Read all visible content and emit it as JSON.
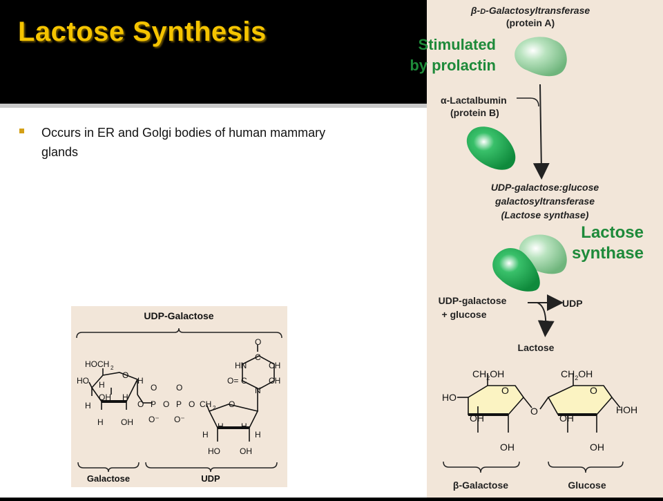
{
  "slide": {
    "title": "Lactose Synthesis",
    "bullets": [
      "Occurs in ER and Golgi bodies of human mammary glands"
    ]
  },
  "colors": {
    "title": "#f5c400",
    "bullet": "#d4a017",
    "panel_bg": "#f2e6d9",
    "callout_green": "#1e8a3a",
    "protein_light": "#8fcf9a",
    "protein_dark": "#17a24a",
    "ring_fill": "#fbf3c2"
  },
  "pathway": {
    "protein_a": {
      "prefix": "β-",
      "name_italic": "D",
      "rest": "-Galactosyltransferase",
      "sub": "(protein A)"
    },
    "protein_b": {
      "name": "α-Lactalbumin",
      "sub": "(protein B)"
    },
    "enzyme": {
      "line1": "UDP-galactose:glucose",
      "line2": "galactosyltransferase",
      "line3": "(Lactose synthase)"
    },
    "substrate": {
      "line1": "UDP-galactose",
      "line2": "+ glucose"
    },
    "byproduct": "UDP",
    "product": "Lactose",
    "left_unit_label": "β-Galactose",
    "right_unit_label": "Glucose"
  },
  "callouts": {
    "stimulated_line1": "Stimulated",
    "stimulated_line2": "by prolactin",
    "synthase_line1": "Lactose",
    "synthase_line2": "synthase"
  },
  "structure": {
    "ch2oh": "CH",
    "ch2oh_tail": "OH",
    "ring_o": "O",
    "ho": "HO",
    "oh": "OH",
    "hoh": "HOH",
    "link_o": "O"
  },
  "udp_figure": {
    "title": "UDP-Galactose",
    "galactose_label": "Galactose",
    "udp_label": "UDP",
    "labels": {
      "hoch2": "HOCH",
      "sub2": "2",
      "ho": "HO",
      "h": "H",
      "oh": "OH",
      "o": "O",
      "p": "P",
      "ominus": "O⁻",
      "ch2": "CH",
      "hn": "HN",
      "c": "C",
      "ch": "CH",
      "n": "N",
      "oeq": "O="
    }
  }
}
